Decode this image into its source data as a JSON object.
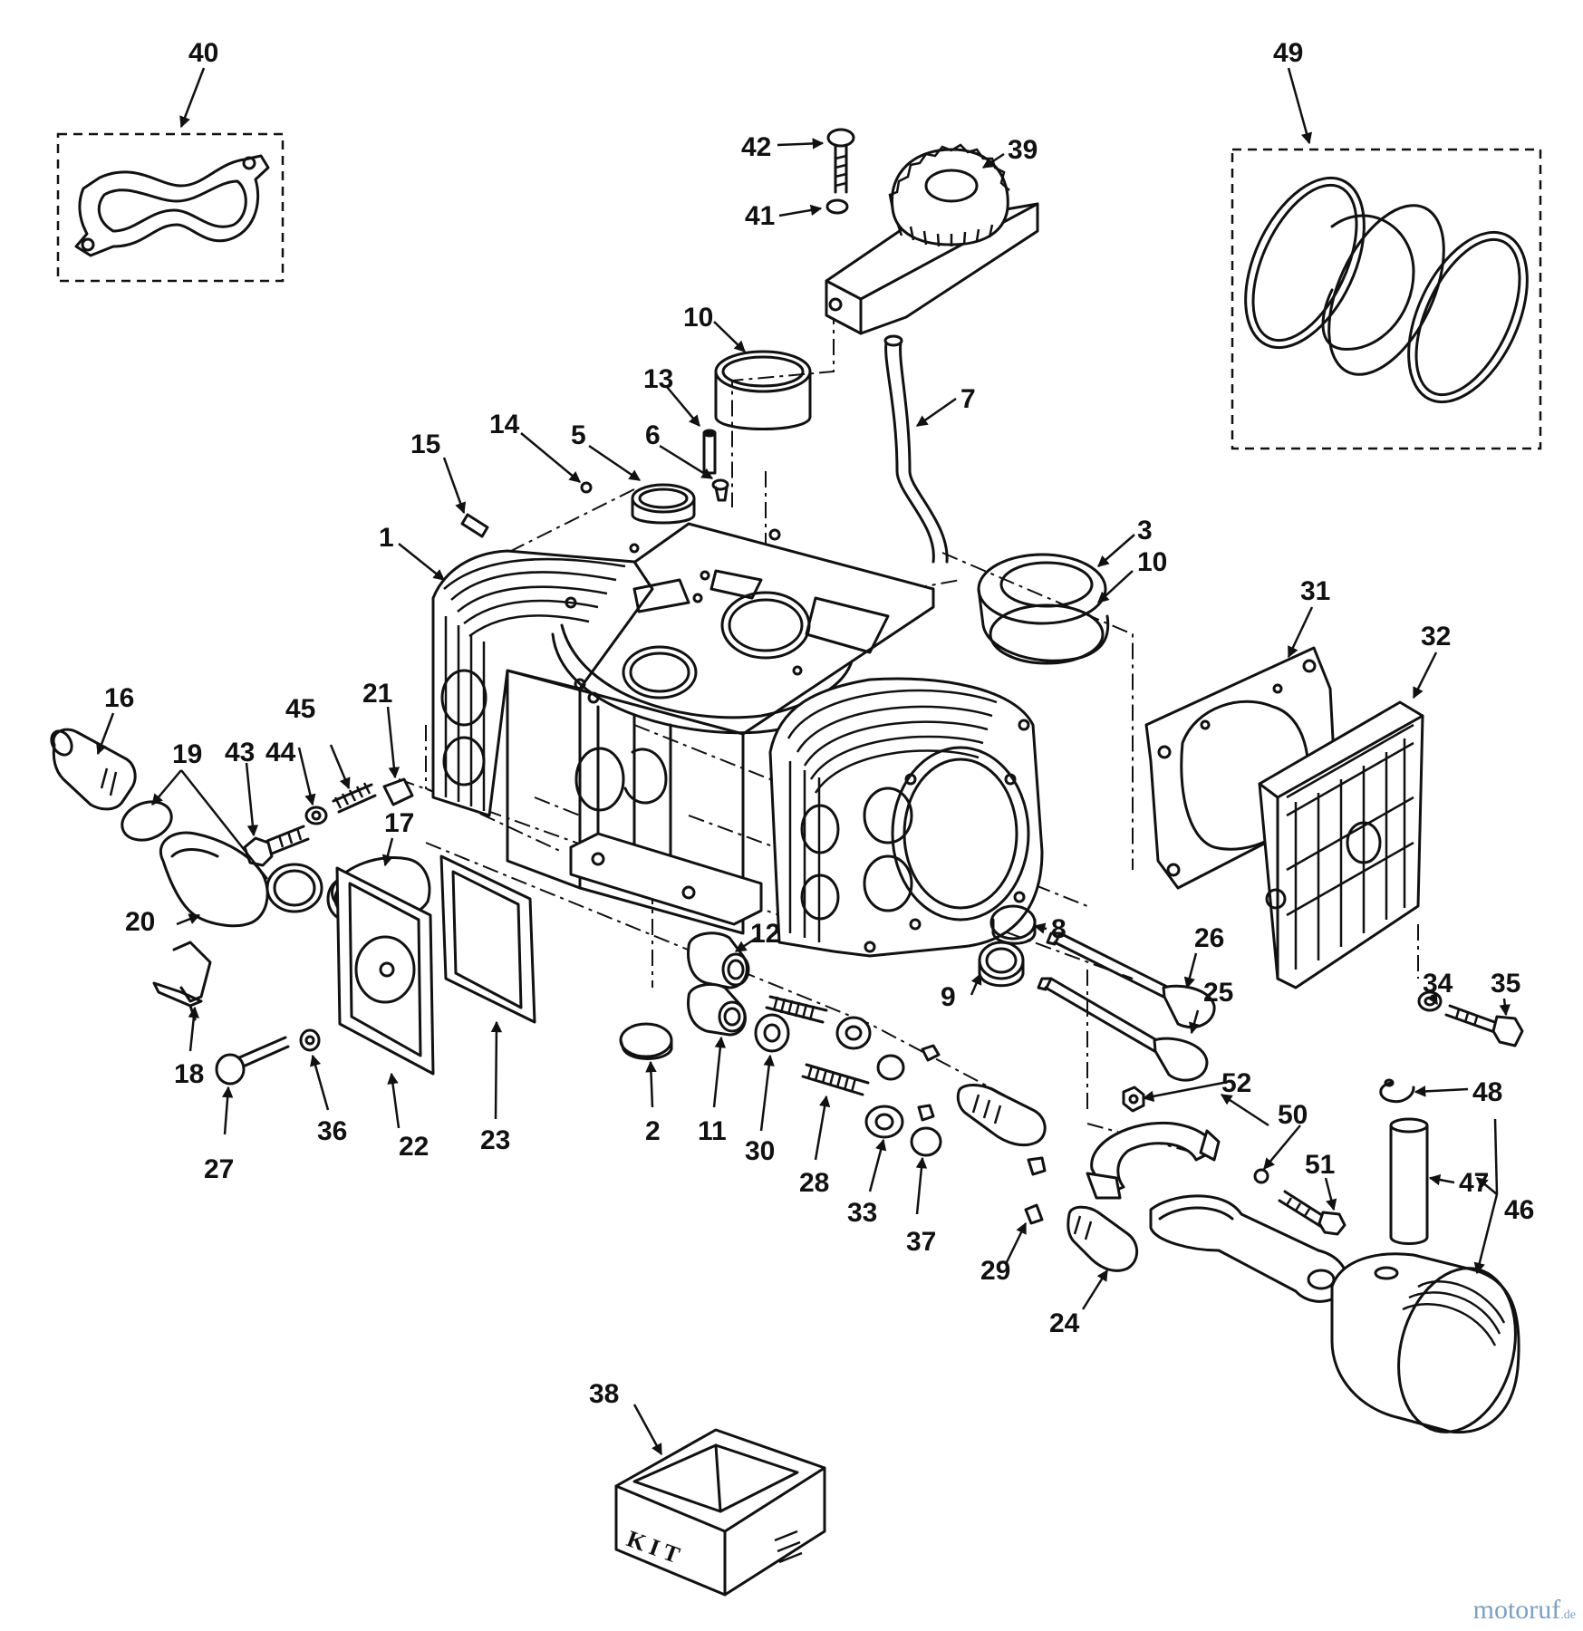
{
  "kit_label": "KIT",
  "watermark": {
    "brand": "motoruf",
    "ext": ".de"
  },
  "callouts": {
    "c1": "1",
    "c2": "2",
    "c3": "3",
    "c5": "5",
    "c6": "6",
    "c7": "7",
    "c8": "8",
    "c9": "9",
    "c10a": "10",
    "c10b": "10",
    "c11": "11",
    "c12": "12",
    "c13": "13",
    "c14": "14",
    "c15": "15",
    "c16": "16",
    "c17": "17",
    "c18": "18",
    "c19": "19",
    "c20": "20",
    "c21": "21",
    "c22": "22",
    "c23": "23",
    "c24": "24",
    "c25": "25",
    "c26": "26",
    "c27": "27",
    "c28": "28",
    "c29": "29",
    "c30": "30",
    "c31": "31",
    "c32": "32",
    "c33": "33",
    "c34": "34",
    "c35": "35",
    "c36": "36",
    "c37": "37",
    "c38": "38",
    "c39": "39",
    "c40": "40",
    "c41": "41",
    "c42": "42",
    "c43": "43",
    "c44": "44",
    "c45": "45",
    "c46": "46",
    "c47": "47",
    "c48": "48",
    "c49": "49",
    "c50": "50",
    "c51": "51",
    "c52": "52"
  }
}
